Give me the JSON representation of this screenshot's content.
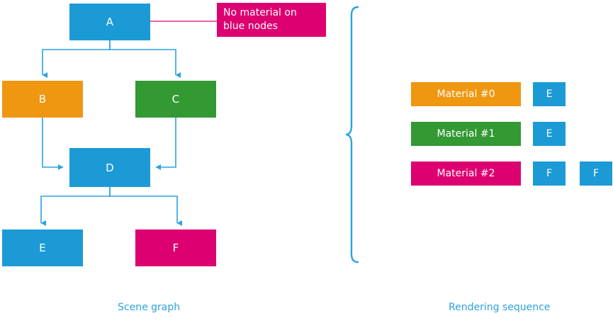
{
  "diagram": {
    "title_left": "Scene graph",
    "title_right": "Rendering sequence",
    "colors": {
      "blue": "#1C9AD6",
      "orange": "#EF9710",
      "green": "#339933",
      "pink": "#DD0070",
      "edge": "#2BA2E0",
      "caption": "#2BA2E0",
      "callout_line": "#DD0070"
    }
  },
  "scene_graph": {
    "nodes": [
      {
        "id": "A",
        "label": "A",
        "color": "blue",
        "material": null
      },
      {
        "id": "B",
        "label": "B",
        "color": "orange",
        "material": "Material #0"
      },
      {
        "id": "C",
        "label": "C",
        "color": "green",
        "material": "Material #1"
      },
      {
        "id": "D",
        "label": "D",
        "color": "blue",
        "material": null
      },
      {
        "id": "E",
        "label": "E",
        "color": "blue",
        "material": null
      },
      {
        "id": "F",
        "label": "F",
        "color": "pink",
        "material": "Material #2"
      }
    ],
    "edges": [
      {
        "from": "A",
        "to": "B"
      },
      {
        "from": "A",
        "to": "C"
      },
      {
        "from": "B",
        "to": "D"
      },
      {
        "from": "C",
        "to": "D"
      },
      {
        "from": "D",
        "to": "E"
      },
      {
        "from": "D",
        "to": "F"
      }
    ],
    "callout": {
      "text_line1": "No material on",
      "text_line2": "blue nodes",
      "anchor_node": "A"
    }
  },
  "rendering_sequence": {
    "rows": [
      {
        "material": "Material #0",
        "material_color": "orange",
        "items": [
          "E"
        ]
      },
      {
        "material": "Material #1",
        "material_color": "green",
        "items": [
          "E"
        ]
      },
      {
        "material": "Material #2",
        "material_color": "pink",
        "items": [
          "F",
          "F"
        ]
      }
    ]
  }
}
